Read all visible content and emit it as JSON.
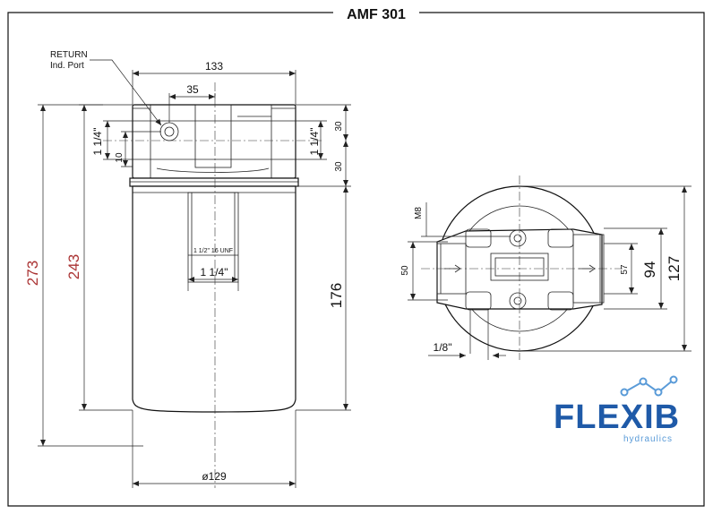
{
  "title": "AMF 301",
  "side_view": {
    "return_port_label": "RETURN",
    "ind_port_label": "Ind. Port",
    "dim_head_width": "133",
    "dim_port_offset": "35",
    "port_size_left": "1 1/4\"",
    "port_size_right": "1 1/4\"",
    "dim_ind_port": "10",
    "dim_upper_30": "30",
    "dim_lower_30": "30",
    "dim_total_height": "273",
    "dim_body_height": "243",
    "dim_element_height": "176",
    "thread_label": "1 1/2\" 16 UNF",
    "outlet_size": "1 1/4\"",
    "dim_diameter": "ø129"
  },
  "top_view": {
    "bolt_label": "M8",
    "dim_bolt_spacing": "50",
    "dim_port_width": "57",
    "dim_head_94": "94",
    "dim_head_127": "127",
    "dim_plug": "1/8\""
  },
  "logo": {
    "brand": "FLEXIB",
    "tagline": "hydraulics",
    "colors": {
      "brand": "#1f5aa8",
      "accent": "#5a9bd8"
    }
  }
}
